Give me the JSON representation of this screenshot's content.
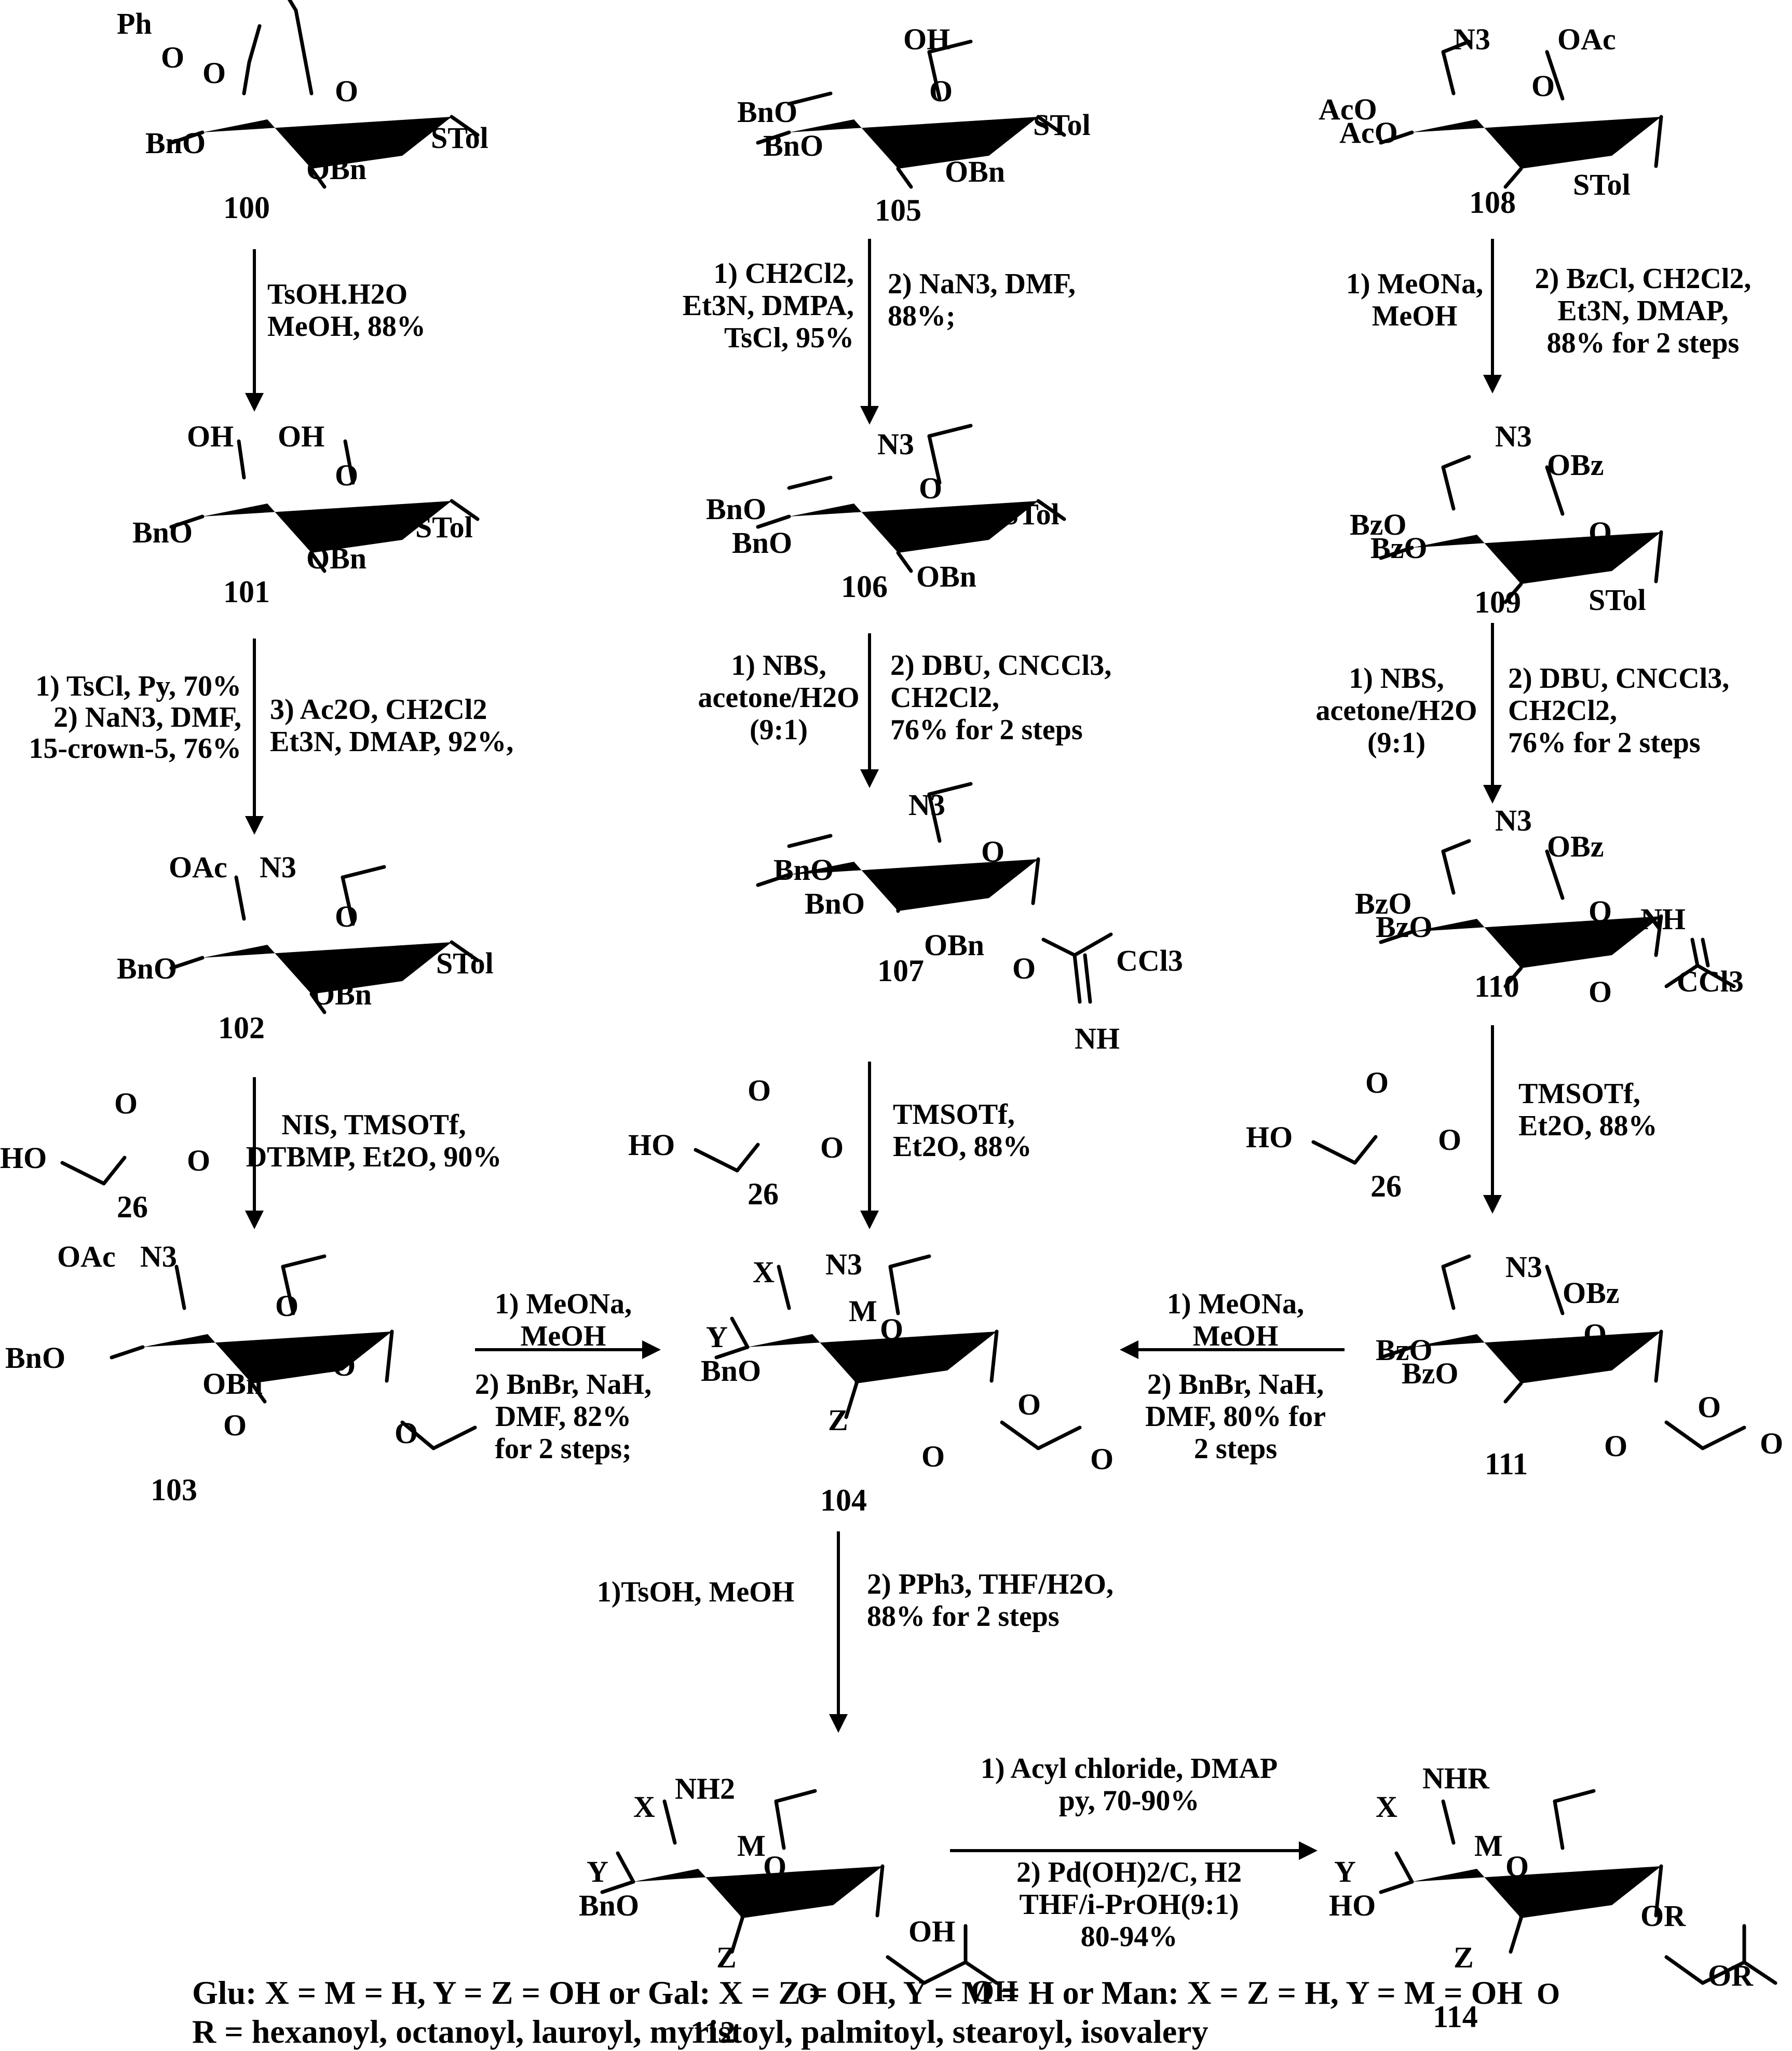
{
  "compounds": {
    "c100": {
      "id": "100",
      "labels": {
        "ph": "Ph",
        "o1": "O",
        "o2": "O",
        "ring_o": "O",
        "bno": "BnO",
        "obn": "OBn",
        "stol": "STol"
      }
    },
    "c101": {
      "id": "101",
      "labels": {
        "oh1": "OH",
        "oh2": "OH",
        "ring_o": "O",
        "bno": "BnO",
        "obn": "OBn",
        "stol": "STol"
      }
    },
    "c102": {
      "id": "102",
      "labels": {
        "oac": "OAc",
        "n3": "N3",
        "ring_o": "O",
        "bno": "BnO",
        "obn": "OBn",
        "stol": "STol"
      }
    },
    "c103": {
      "id": "103",
      "labels": {
        "oac": "OAc",
        "n3": "N3",
        "ring_o": "O",
        "bno": "BnO",
        "obn": "OBn",
        "o_gly": "O",
        "o_a": "O",
        "o_b": "O"
      }
    },
    "c104": {
      "id": "104",
      "labels": {
        "x": "X",
        "n3": "N3",
        "m": "M",
        "ring_o": "O",
        "y": "Y",
        "bno": "BnO",
        "z": "Z",
        "o_gly": "O",
        "o_a": "O",
        "o_b": "O"
      }
    },
    "c105": {
      "id": "105",
      "labels": {
        "oh": "OH",
        "ring_o": "O",
        "bno1": "BnO",
        "bno2": "BnO",
        "obn": "OBn",
        "stol": "STol"
      }
    },
    "c106": {
      "id": "106",
      "labels": {
        "n3": "N3",
        "ring_o": "O",
        "bno1": "BnO",
        "bno2": "BnO",
        "obn": "OBn",
        "stol": "STol"
      }
    },
    "c107": {
      "id": "107",
      "labels": {
        "n3": "N3",
        "ring_o": "O",
        "bno1": "BnO",
        "bno2": "BnO",
        "obn": "OBn",
        "o_gly": "O",
        "ccl3": "CCl3",
        "nh": "NH"
      }
    },
    "c108": {
      "id": "108",
      "labels": {
        "n3": "N3",
        "oac1": "OAc",
        "ring_o": "O",
        "aco1": "AcO",
        "aco2": "AcO",
        "stol": "STol"
      }
    },
    "c109": {
      "id": "109",
      "labels": {
        "n3": "N3",
        "obz": "OBz",
        "ring_o": "O",
        "bzo1": "BzO",
        "bzo2": "BzO",
        "stol": "STol"
      }
    },
    "c110": {
      "id": "110",
      "labels": {
        "n3": "N3",
        "obz": "OBz",
        "ring_o": "O",
        "bzo1": "BzO",
        "bzo2": "BzO",
        "nh": "NH",
        "o_gly": "O",
        "ccl3": "CCl3"
      }
    },
    "c111": {
      "id": "111",
      "labels": {
        "n3": "N3",
        "obz": "OBz",
        "ring_o": "O",
        "bzo1": "BzO",
        "bzo2": "BzO",
        "o_gly": "O",
        "o_a": "O",
        "o_b": "O"
      }
    },
    "c112": {
      "id": "112",
      "labels": {
        "x": "X",
        "nh2": "NH2",
        "m": "M",
        "ring_o": "O",
        "y": "Y",
        "bno": "BnO",
        "z": "Z",
        "o_gly": "O",
        "oh1": "OH",
        "oh2": "OH"
      }
    },
    "c114": {
      "id": "114",
      "labels": {
        "x": "X",
        "nhr": "NHR",
        "m": "M",
        "ring_o": "O",
        "y": "Y",
        "ho": "HO",
        "z": "Z",
        "o_gly": "O",
        "or1": "OR",
        "or2": "OR"
      }
    },
    "c26a": {
      "id": "26",
      "labels": {
        "ho": "HO",
        "o_a": "O",
        "o_b": "O"
      }
    },
    "c26b": {
      "id": "26",
      "labels": {
        "ho": "HO",
        "o_a": "O",
        "o_b": "O"
      }
    },
    "c26c": {
      "id": "26",
      "labels": {
        "ho": "HO",
        "o_a": "O",
        "o_b": "O"
      }
    }
  },
  "conditions": {
    "a1": [
      "TsOH.H2O",
      "MeOH,  88%"
    ],
    "a2_left": [
      "1) TsCl, Py, 70%",
      "2) NaN3, DMF,",
      "15-crown-5, 76%"
    ],
    "a2_right": [
      "3) Ac2O, CH2Cl2",
      "Et3N, DMAP, 92%,"
    ],
    "a3": [
      "NIS, TMSOTf,",
      "DTBMP, Et2O, 90%"
    ],
    "a4_left": [
      "1) CH2Cl2,",
      "Et3N, DMPA,",
      "TsCl, 95%"
    ],
    "a4_right": [
      "2) NaN3, DMF,",
      "88%;"
    ],
    "a5_left": [
      "1) NBS,",
      "acetone/H2O",
      "(9:1)"
    ],
    "a5_right": [
      "2) DBU, CNCCl3,",
      "CH2Cl2,",
      "76% for 2 steps"
    ],
    "a6": [
      "TMSOTf,",
      "Et2O, 88%"
    ],
    "a7_left": [
      "1) MeONa,",
      "MeOH"
    ],
    "a7_right": [
      "2) BzCl, CH2Cl2,",
      "Et3N, DMAP,",
      "88% for 2 steps"
    ],
    "a8_left": [
      "1) NBS,",
      "acetone/H2O",
      "(9:1)"
    ],
    "a8_right": [
      "2) DBU, CNCCl3,",
      "CH2Cl2,",
      "76% for 2 steps"
    ],
    "a9": [
      "TMSOTf,",
      "Et2O, 88%"
    ],
    "a10_top": [
      "1) MeONa,",
      "MeOH"
    ],
    "a10_bottom": [
      "2) BnBr, NaH,",
      "DMF, 82%",
      "for 2 steps;"
    ],
    "a11_top": [
      "1) MeONa,",
      "MeOH"
    ],
    "a11_bottom": [
      "2) BnBr, NaH,",
      "DMF, 80% for",
      "2 steps"
    ],
    "a12_left": [
      "1)TsOH, MeOH"
    ],
    "a12_right": [
      "2) PPh3, THF/H2O,",
      "88% for 2 steps"
    ],
    "a13_top": [
      "1) Acyl chloride,  DMAP",
      "py, 70-90%"
    ],
    "a13_bottom": [
      "2) Pd(OH)2/C, H2",
      "THF/i-PrOH(9:1)",
      "80-94%"
    ]
  },
  "footnote": {
    "line1": "Glu: X = M = H, Y = Z = OH or Gal: X = Z = OH, Y = M = H or Man: X = Z = H, Y = M = OH",
    "line2": "R = hexanoyl,  octanoyl,  lauroyl,  myristoyl, palmitoyl,  stearoyl,  isovalery"
  }
}
